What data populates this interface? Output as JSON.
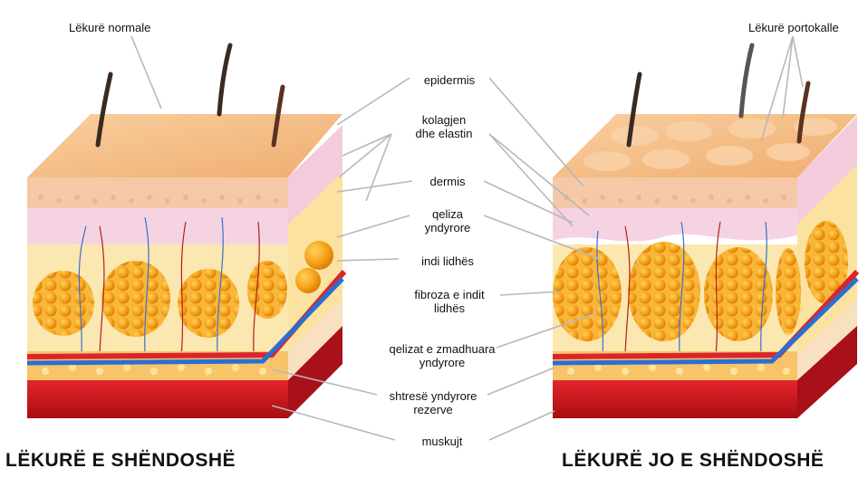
{
  "labels": {
    "normal_skin": "Lëkurë normale",
    "orange_skin": "Lëkurë portokalle",
    "epidermis": "epidermis",
    "collagen_1": "kolagjen",
    "collagen_2": "dhe elastin",
    "dermis": "dermis",
    "fat_cells_1": "qeliza",
    "fat_cells_2": "yndyrore",
    "connective": "indi lidhës",
    "fibrosis_1": "fibroza e indit",
    "fibrosis_2": "lidhës",
    "enlarged_1": "qelizat e zmadhuara",
    "enlarged_2": "yndyrore",
    "reserve_1": "shtresë yndyrore",
    "reserve_2": "rezerve",
    "muscles": "muskujt"
  },
  "titles": {
    "healthy": "LËKURË E SHËNDOSHË",
    "unhealthy": "LËKURË JO E SHËNDOSHË"
  },
  "colors": {
    "epidermis_top": "#f6c590",
    "epidermis_side": "#f2b37a",
    "dermis": "#f6d3e2",
    "fat_cell": "#f5a21a",
    "fat_bg": "#fbe7a8",
    "muscle": "#d8141c",
    "artery": "#d9252b",
    "vein": "#2a6fd1",
    "leader_line": "#b8b8b8"
  }
}
